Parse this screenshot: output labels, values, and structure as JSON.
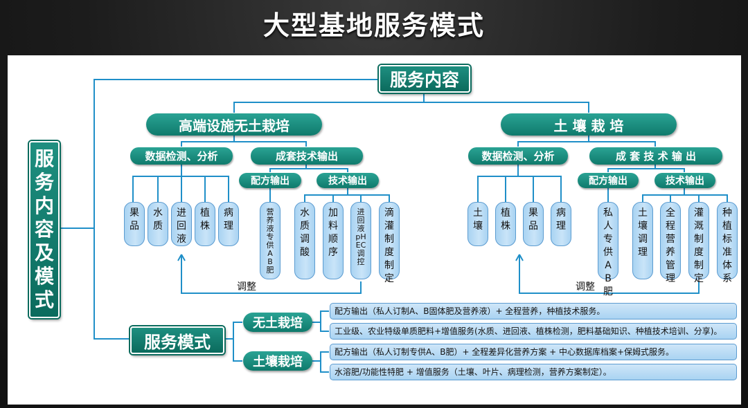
{
  "title": "大型基地服务模式",
  "side_label": [
    "服",
    "务",
    "内",
    "容",
    "及",
    "模",
    "式"
  ],
  "root": "服务内容",
  "soilless": {
    "label": "高端设施无土栽培",
    "data_analysis": "数据检测、分析",
    "full_set": "成套技术输出",
    "formula": "配方输出",
    "technology": "技术输出",
    "detect_items": [
      [
        "果",
        "品"
      ],
      [
        "水",
        "质"
      ],
      [
        "进",
        "回",
        "液"
      ],
      [
        "植",
        "株"
      ],
      [
        "病",
        "理"
      ]
    ],
    "formula_items": [
      [
        "营",
        "养",
        "液",
        "专",
        "供",
        "A",
        "B",
        "肥"
      ]
    ],
    "tech_items": [
      [
        "水",
        "质",
        "调",
        "酸"
      ],
      [
        "加",
        "料",
        "顺",
        "序"
      ],
      [
        "进",
        "回",
        "液",
        "pH",
        "EC",
        "调",
        "控"
      ],
      [
        "滴",
        "灌",
        "制",
        "度",
        "制",
        "定"
      ]
    ],
    "adjust": "调整"
  },
  "soil": {
    "label": "土 壤 栽 培",
    "data_analysis": "数据检测、分析",
    "full_set": "成 套 技 术 输 出",
    "formula": "配方输出",
    "technology": "技术输出",
    "detect_items": [
      [
        "土",
        "壤"
      ],
      [
        "植",
        "株"
      ],
      [
        "果",
        "品"
      ],
      [
        "病",
        "理"
      ]
    ],
    "formula_items": [
      [
        "私",
        "人",
        "专",
        "供",
        "A",
        "B",
        "肥"
      ]
    ],
    "tech_items": [
      [
        "土",
        "壤",
        "调",
        "理"
      ],
      [
        "全",
        "程",
        "营",
        "养",
        "管",
        "理"
      ],
      [
        "灌",
        "溉",
        "制",
        "度",
        "制",
        "定"
      ],
      [
        "种",
        "植",
        "标",
        "准",
        "体",
        "系"
      ]
    ],
    "adjust": "调整"
  },
  "service_mode": {
    "label": "服务模式",
    "soilless_label": "无土栽培",
    "soil_label": "土壤栽培",
    "soilless_items": [
      "配方输出（私人订制A、B固体肥及营养液）+ 全程营养，种植技术服务。",
      "工业级、农业特级单质肥料+增值服务(水质、进回液、植株检测，肥料基础知识、种植技术培训、分享)。"
    ],
    "soil_items": [
      "配方输出（私人订制专供A、B肥）+ 全程差异化营养方案 + 中心数据库档案+保姆式服务。",
      "水溶肥/功能性特肥 + 增值服务（土壤、叶片、病理检测，营养方案制定）。"
    ]
  },
  "colors": {
    "teal": "#0f7a6c",
    "line": "#1f8fc8",
    "leaf": "#a9d3f2"
  }
}
